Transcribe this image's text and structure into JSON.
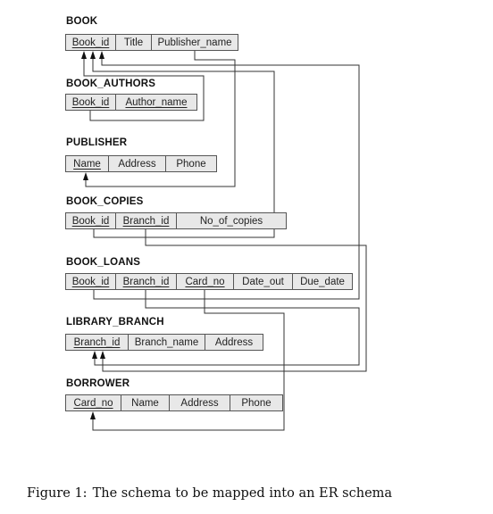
{
  "tables": [
    {
      "id": "book",
      "name": "BOOK",
      "attributes": [
        {
          "label": "Book_id",
          "key": true
        },
        {
          "label": "Title",
          "key": false
        },
        {
          "label": "Publisher_name",
          "key": false
        }
      ]
    },
    {
      "id": "book-authors",
      "name": "BOOK_AUTHORS",
      "attributes": [
        {
          "label": "Book_id",
          "key": true
        },
        {
          "label": "Author_name",
          "key": true
        }
      ]
    },
    {
      "id": "publisher",
      "name": "PUBLISHER",
      "attributes": [
        {
          "label": "Name",
          "key": true
        },
        {
          "label": "Address",
          "key": false
        },
        {
          "label": "Phone",
          "key": false
        }
      ]
    },
    {
      "id": "book-copies",
      "name": "BOOK_COPIES",
      "attributes": [
        {
          "label": "Book_id",
          "key": true
        },
        {
          "label": "Branch_id",
          "key": true
        },
        {
          "label": "No_of_copies",
          "key": false
        }
      ]
    },
    {
      "id": "book-loans",
      "name": "BOOK_LOANS",
      "attributes": [
        {
          "label": "Book_id",
          "key": true
        },
        {
          "label": "Branch_id",
          "key": true
        },
        {
          "label": "Card_no",
          "key": true
        },
        {
          "label": "Date_out",
          "key": false
        },
        {
          "label": "Due_date",
          "key": false
        }
      ]
    },
    {
      "id": "library-branch",
      "name": "LIBRARY_BRANCH",
      "attributes": [
        {
          "label": "Branch_id",
          "key": true
        },
        {
          "label": "Branch_name",
          "key": false
        },
        {
          "label": "Address",
          "key": false
        }
      ]
    },
    {
      "id": "borrower",
      "name": "BORROWER",
      "attributes": [
        {
          "label": "Card_no",
          "key": true
        },
        {
          "label": "Name",
          "key": false
        },
        {
          "label": "Address",
          "key": false
        },
        {
          "label": "Phone",
          "key": false
        }
      ]
    }
  ],
  "caption": {
    "label": "Figure 1:",
    "text": "The schema to be mapped into an ER schema"
  }
}
